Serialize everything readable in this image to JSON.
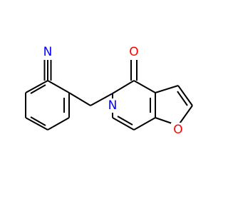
{
  "molecule": {
    "colors": {
      "bond": "#000000",
      "N": "#0000ff",
      "O": "#ff0000",
      "background": "#ffffff"
    },
    "atom_labels": {
      "nitrile_n": "N",
      "carbonyl_o": "O",
      "ring_n": "N",
      "furan_o": "O"
    }
  }
}
